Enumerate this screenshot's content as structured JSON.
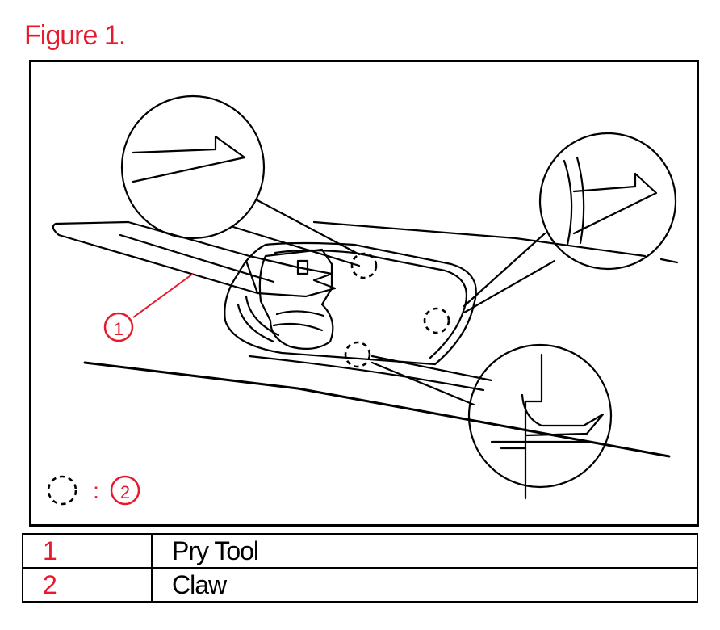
{
  "figure": {
    "title": "Figure 1.",
    "accent_color": "#e8192c",
    "line_color": "#000000"
  },
  "diagram": {
    "callout_label": "1",
    "legend_key_symbol": "dashed-circle-icon",
    "legend_key_separator": ":",
    "legend_key_label": "2"
  },
  "legend": {
    "rows": [
      {
        "number": "1",
        "description": "Pry Tool"
      },
      {
        "number": "2",
        "description": "Claw"
      }
    ]
  }
}
